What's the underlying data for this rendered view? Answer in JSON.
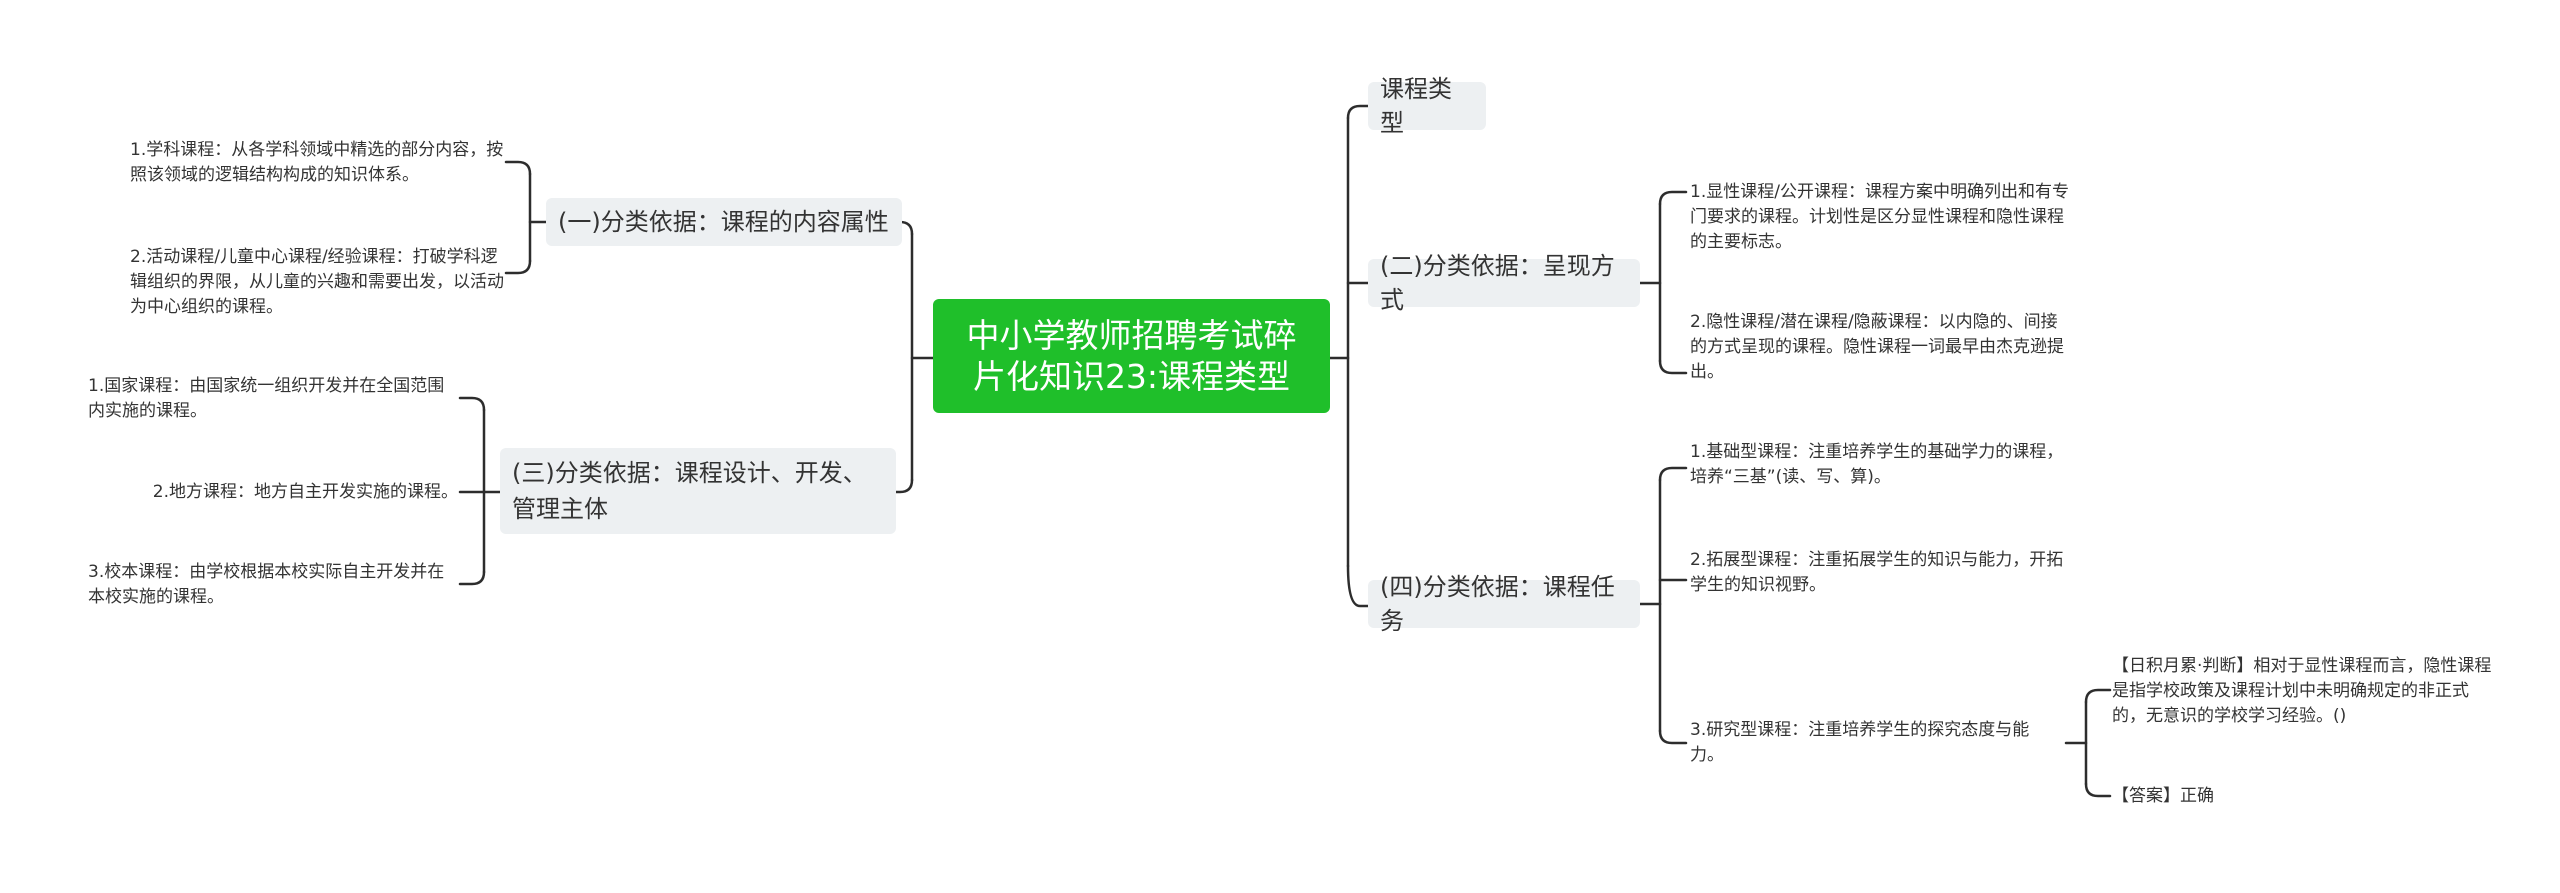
{
  "root": "中小学教师招聘考试碎片化知识23:课程类型",
  "branches": {
    "b1": "课程类型",
    "b2": "(二)分类依据：呈现方式",
    "b3": "(四)分类依据：课程任务",
    "b4": "(一)分类依据：课程的内容属性",
    "b5": "(三)分类依据：课程设计、开发、管理主体"
  },
  "leaves": {
    "b2_1": "1.显性课程/公开课程：课程方案中明确列出和有专门要求的课程。计划性是区分显性课程和隐性课程的主要标志。",
    "b2_2": "2.隐性课程/潜在课程/隐蔽课程：以内隐的、间接的方式呈现的课程。隐性课程一词最早由杰克逊提出。",
    "b3_1": "1.基础型课程：注重培养学生的基础学力的课程，培养“三基”(读、写、算)。",
    "b3_2": "2.拓展型课程：注重拓展学生的知识与能力，开拓学生的知识视野。",
    "b3_3": "3.研究型课程：注重培养学生的探究态度与能力。",
    "q1": "【日积月累·判断】相对于显性课程而言，隐性课程是指学校政策及课程计划中未明确规定的非正式的，无意识的学校学习经验。()",
    "q2": "【答案】正确",
    "b4_1": "1.学科课程：从各学科领域中精选的部分内容，按照该领域的逻辑结构构成的知识体系。",
    "b4_2": "2.活动课程/儿童中心课程/经验课程：打破学科逻辑组织的界限，从儿童的兴趣和需要出发，以活动为中心组织的课程。",
    "b5_1": "1.国家课程：由国家统一组织开发并在全国范围内实施的课程。",
    "b5_2": "2.地方课程：地方自主开发实施的课程。",
    "b5_3": "3.校本课程：由学校根据本校实际自主开发并在本校实施的课程。"
  },
  "colors": {
    "root_bg": "#1fbf2a",
    "branch_bg": "#edf0f2",
    "line": "#2d2d2d"
  }
}
